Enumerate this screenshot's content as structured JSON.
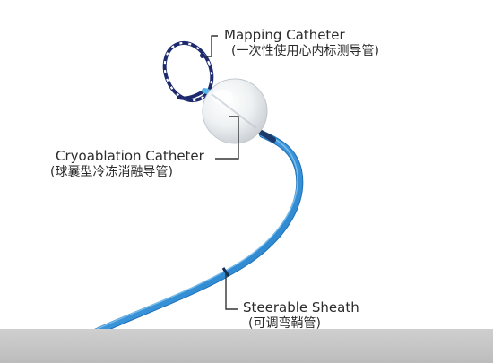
{
  "labels": {
    "mapping": {
      "en": "Mapping Catheter",
      "zh": "(一次性使用心内标测导管)"
    },
    "cryo": {
      "en": "Cryoablation Catheter",
      "zh": "(球囊型冷冻消融导管)"
    },
    "sheath": {
      "en": "Steerable Sheath",
      "zh": "(可调弯鞘管)"
    }
  },
  "colors": {
    "sheath": "#2f8fdc",
    "sheath_highlight": "#7cc0f0",
    "mapping_wire": "#1d2b6e",
    "balloon": "#e9edf0",
    "leader_line": "#333333",
    "bottom_strip": "#c6c6c6"
  }
}
